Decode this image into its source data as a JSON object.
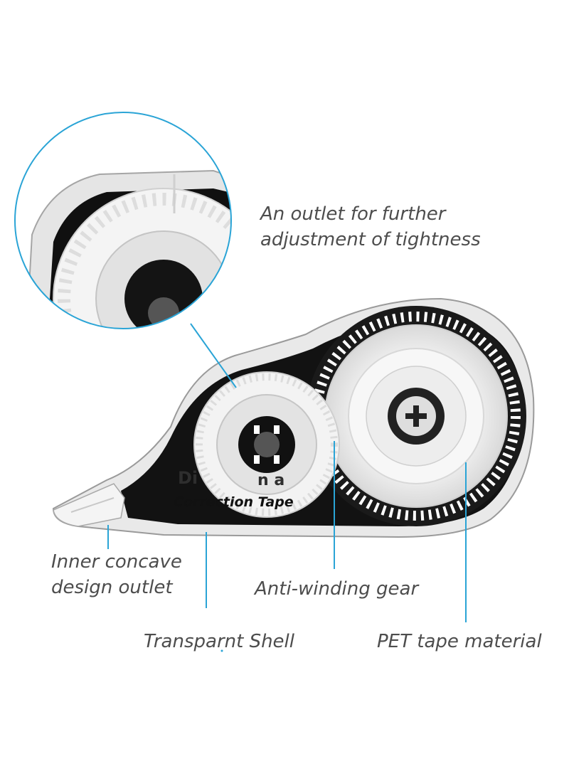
{
  "product": {
    "tape_text": "Correction Tape",
    "brand_fragment": "Di",
    "brand_fragment_2": "n a"
  },
  "callouts": {
    "outlet": [
      "An outlet for further",
      "adjustment of tightness"
    ],
    "inner_concave": [
      "Inner concave",
      "design outlet"
    ],
    "gear": "Anti-winding gear",
    "shell": "Transparnt Shell",
    "pet": "PET tape material"
  },
  "colors": {
    "leader_line": "#2aa4d6",
    "label_text": "#4d4d4d",
    "shell_dark": "#111111",
    "reel_white": "#f2f2f2"
  }
}
